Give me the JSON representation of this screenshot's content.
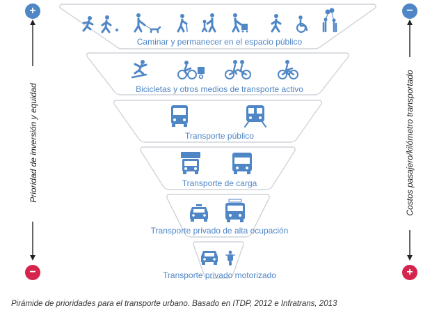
{
  "levels": [
    {
      "label": "Caminar y permanecer en el espacio público",
      "icons": [
        "runner-icon",
        "pedestrian-icon",
        "walker-with-dog-icon",
        "elderly-with-cane-icon",
        "adult-with-child-icon",
        "person-with-cart-icon",
        "pedestrian-icon",
        "wheelchair-icon",
        "person-with-balloons-icon"
      ]
    },
    {
      "label": "Bicicletas y otros medios de transporte activo",
      "icons": [
        "skateboarder-icon",
        "cyclist-with-trailer-icon",
        "tandem-bicycle-icon",
        "cyclist-icon"
      ]
    },
    {
      "label": "Transporte público",
      "icons": [
        "bus-icon",
        "train-icon"
      ]
    },
    {
      "label": "Transporte de carga",
      "icons": [
        "delivery-truck-icon",
        "cargo-truck-icon"
      ]
    },
    {
      "label": "Transporte privado de alta ocupación",
      "icons": [
        "taxi-icon",
        "minibus-icon"
      ]
    },
    {
      "label": "Transporte privado motorizado",
      "icons": [
        "car-icon",
        "motorcycle-icon"
      ]
    }
  ],
  "left_axis": {
    "label": "Prioridad de inversión y equidad",
    "top_sign": "+",
    "bottom_sign": "−"
  },
  "right_axis": {
    "label": "Costos pasajero/kilómetro transportado",
    "top_sign": "−",
    "bottom_sign": "+"
  },
  "caption": "Pirámide de prioridades para el transporte urbano. Basado en ITDP, 2012 e Infratrans, 2013",
  "colors": {
    "accent": "#4f86c6",
    "negative": "#d6254d",
    "tier_border": "#cfd3d8"
  }
}
